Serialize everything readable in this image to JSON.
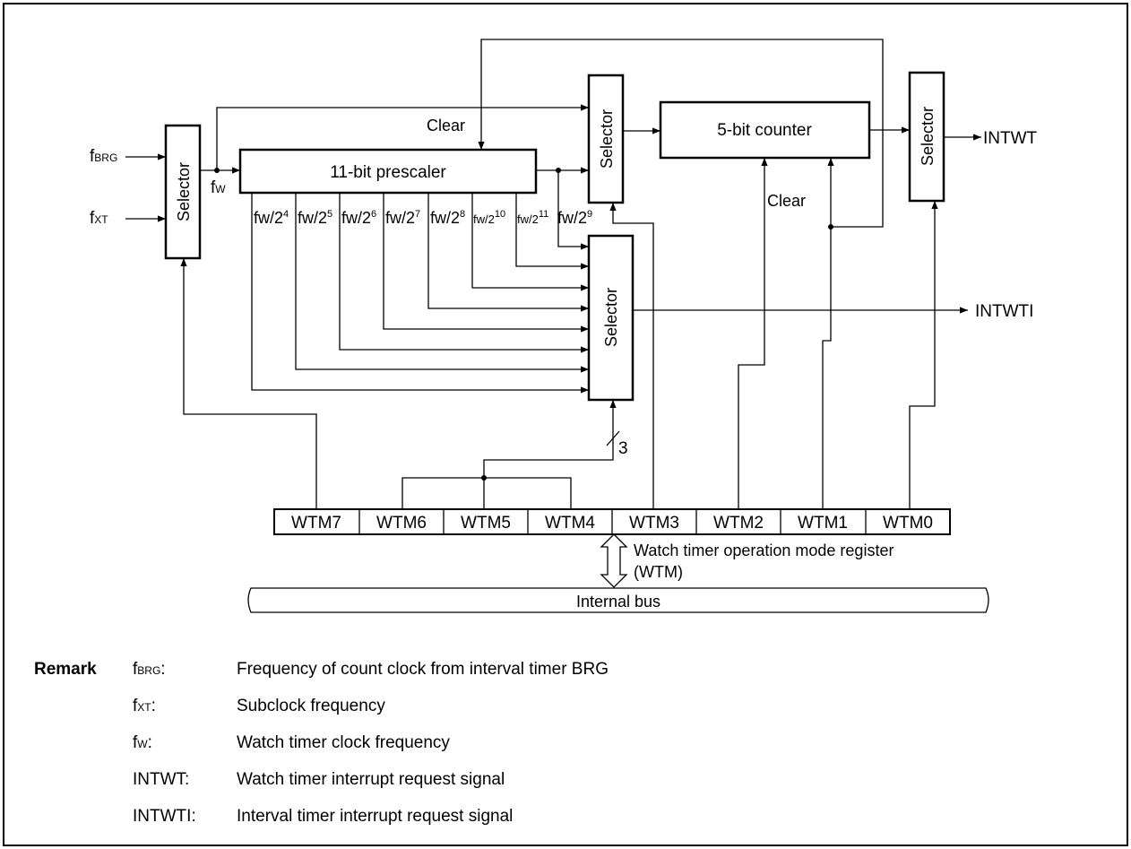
{
  "blocks": {
    "input_selector": "Selector",
    "prescaler": "11-bit prescaler",
    "counter_selector": "Selector",
    "counter": "5-bit counter",
    "output_selector": "Selector",
    "interval_selector": "Selector"
  },
  "signals": {
    "fbrg": {
      "main": "f",
      "sub": "BRG"
    },
    "fxt": {
      "main": "f",
      "sub": "XT"
    },
    "fw": {
      "main": "f",
      "sub": "W"
    },
    "clear_top": "Clear",
    "clear_counter": "Clear",
    "intwt": "INTWT",
    "intwti": "INTWTI",
    "bus_width": "3"
  },
  "taps": [
    {
      "base": "fw/2",
      "exp": "4"
    },
    {
      "base": "fw/2",
      "exp": "5"
    },
    {
      "base": "fw/2",
      "exp": "6"
    },
    {
      "base": "fw/2",
      "exp": "7"
    },
    {
      "base": "fw/2",
      "exp": "8"
    },
    {
      "base": "fw/2",
      "exp": "10"
    },
    {
      "base": "fw/2",
      "exp": "11"
    },
    {
      "base": "fw/2",
      "exp": "9"
    }
  ],
  "register": {
    "bits": [
      "WTM7",
      "WTM6",
      "WTM5",
      "WTM4",
      "WTM3",
      "WTM2",
      "WTM1",
      "WTM0"
    ],
    "name_line1": "Watch timer operation mode register",
    "name_line2": "(WTM)"
  },
  "bus": {
    "label": "Internal bus"
  },
  "remark": {
    "heading": "Remark",
    "items": [
      {
        "symbol_main": "f",
        "symbol_sub": "BRG",
        "colon": ":",
        "text": "Frequency of count clock from interval timer BRG"
      },
      {
        "symbol_main": "f",
        "symbol_sub": "XT",
        "colon": ":",
        "text": "Subclock frequency"
      },
      {
        "symbol_main": "f",
        "symbol_sub": "W",
        "colon": ":",
        "text": "Watch timer clock frequency"
      },
      {
        "symbol_main": "INTWT",
        "symbol_sub": "",
        "colon": ":",
        "text": "Watch timer interrupt request signal"
      },
      {
        "symbol_main": "INTWTI",
        "symbol_sub": "",
        "colon": ":",
        "text": "Interval timer interrupt request signal"
      }
    ]
  }
}
